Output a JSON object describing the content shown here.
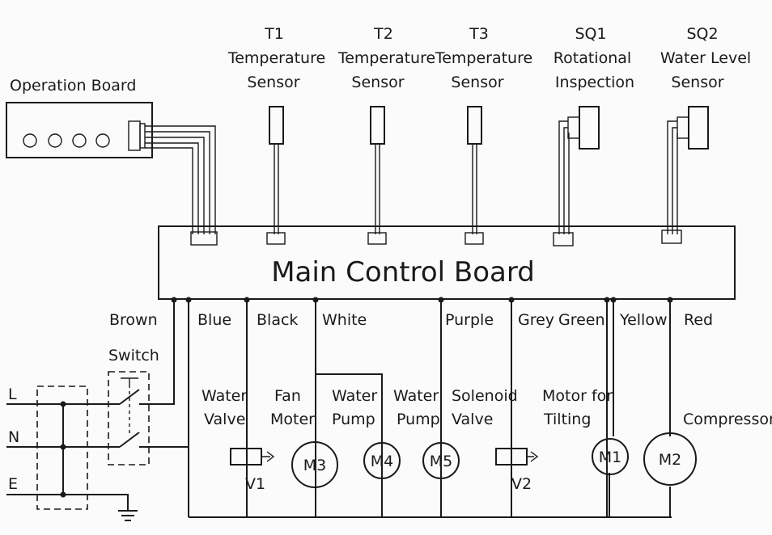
{
  "operation_board": {
    "title": "Operation Board"
  },
  "sensors": [
    {
      "id": "T1",
      "line1": "Temperature",
      "line2": "Sensor"
    },
    {
      "id": "T2",
      "line1": "Temperature",
      "line2": "Sensor"
    },
    {
      "id": "T3",
      "line1": "Temperature",
      "line2": "Sensor"
    },
    {
      "id": "SQ1",
      "line1": "Rotational",
      "line2": "Inspection"
    },
    {
      "id": "SQ2",
      "line1": "Water Level",
      "line2": "Sensor"
    }
  ],
  "main_board": {
    "title": "Main Control Board"
  },
  "wire_colors": [
    "Brown",
    "Blue",
    "Black",
    "White",
    "Purple",
    "Grey",
    "Green",
    "Yellow",
    "Red"
  ],
  "switch_label": "Switch",
  "supply": {
    "l": "L",
    "n": "N",
    "e": "E"
  },
  "components": {
    "water_valve": {
      "line1": "Water",
      "line2": "Valve",
      "tag": "V1"
    },
    "fan_motor": {
      "line1": "Fan",
      "line2": "Moter",
      "tag": "M3"
    },
    "water_pump_1": {
      "line1": "Water",
      "line2": "Pump",
      "tag": "M4"
    },
    "water_pump_2": {
      "line1": "Water",
      "line2": "Pump",
      "tag": "M5"
    },
    "solenoid_valve": {
      "line1": "Solenoid",
      "line2": "Valve",
      "tag": "V2"
    },
    "tilt_motor": {
      "line1": "Motor for",
      "line2": "Tilting",
      "tag": "M1"
    },
    "compressor": {
      "line1": "Compressor",
      "tag": "M2"
    }
  }
}
